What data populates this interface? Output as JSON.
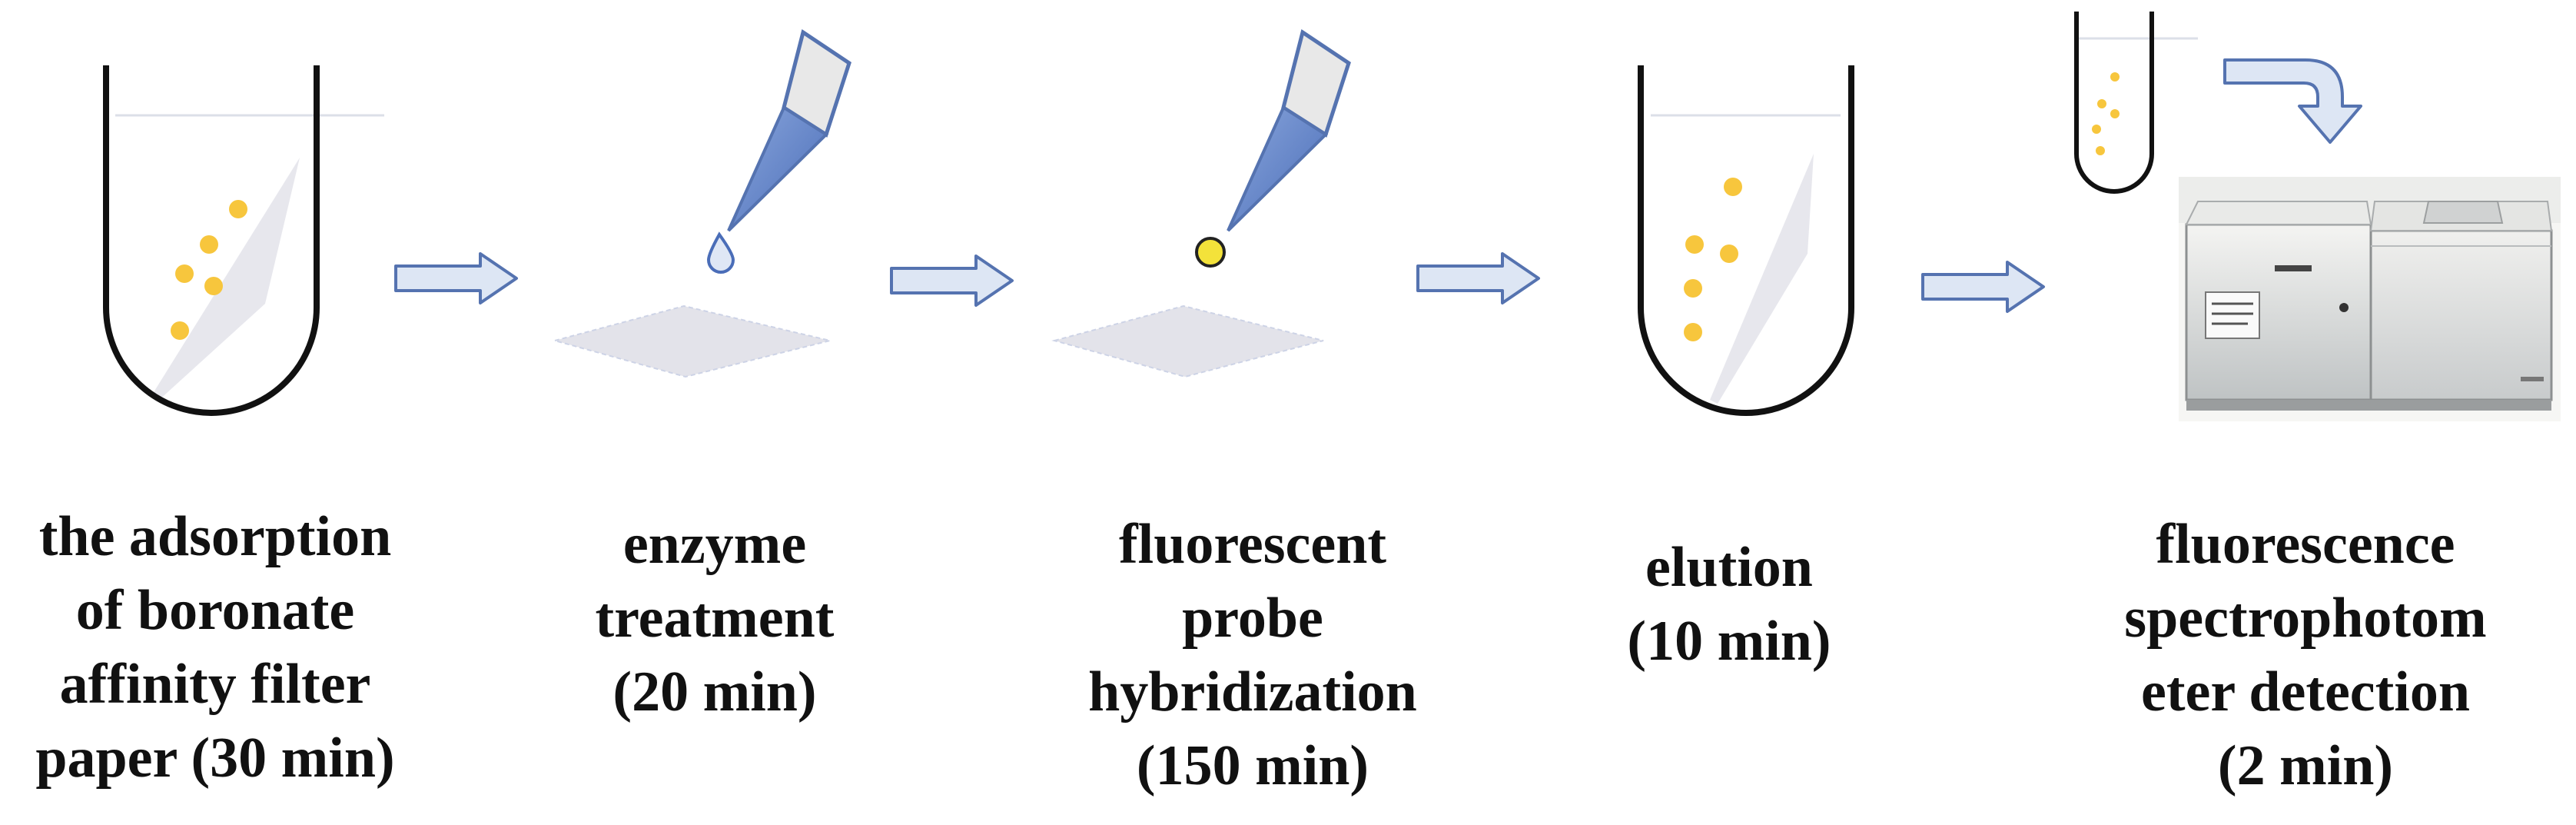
{
  "steps": [
    {
      "id": "adsorption",
      "lines": [
        "the adsorption",
        "of boronate",
        "affinity filter",
        "paper (30 min)"
      ]
    },
    {
      "id": "enzyme",
      "lines": [
        "enzyme",
        "treatment",
        "(20 min)"
      ]
    },
    {
      "id": "hybridization",
      "lines": [
        "fluorescent",
        "probe",
        "hybridization",
        "(150 min)"
      ]
    },
    {
      "id": "elution",
      "lines": [
        "elution",
        "(10 min)"
      ]
    },
    {
      "id": "detection",
      "lines": [
        "fluorescence",
        "spectrophotom",
        "eter detection",
        "(2 min)"
      ]
    }
  ],
  "colors": {
    "arrow_fill": "#dde6f4",
    "arrow_stroke": "#5573b0",
    "dot": "#f7c63d",
    "paper": "#e3e3ea",
    "tube_outline": "#111111",
    "tip_blue": "#5f82c6",
    "tip_gray": "#e8e8e8",
    "drop_yellow": "#f3e23a"
  }
}
